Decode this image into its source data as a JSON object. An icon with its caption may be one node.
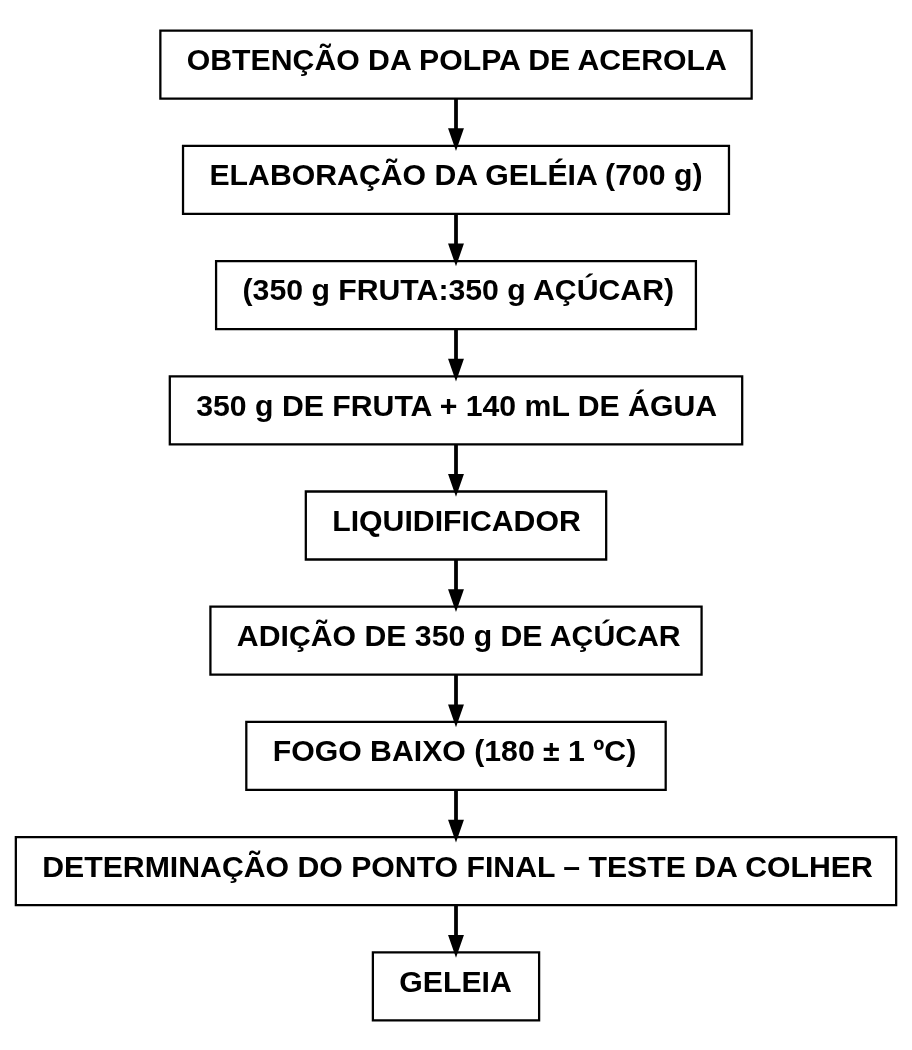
{
  "diagram": {
    "nodes": [
      {
        "text": [
          "OBTENÇÃO DA POLPA DE ACEROLA"
        ]
      },
      {
        "text": [
          "ELABORAÇÃO DA GELÉIA (700 g)"
        ]
      },
      {
        "text": [
          "(350 g FRUTA:350 g AÇÚCAR)"
        ]
      },
      {
        "text": [
          "350 g DE FRUTA + 140 mL DE ÁGUA"
        ]
      },
      {
        "text": [
          "LIQUIDIFICADOR"
        ]
      },
      {
        "text": [
          "ADIÇÃO DE 350 g DE AÇÚCAR"
        ]
      },
      {
        "text": [
          "FOGO BAIXO (180 ± 1 ºC)"
        ]
      },
      {
        "text": [
          "DETERMINAÇÃO DO PONTO FINAL – TESTE DA COLHER"
        ]
      },
      {
        "text": [
          "GELEIA"
        ]
      }
    ],
    "edges": [
      {
        "from": 0,
        "to": 1,
        "arrow": "to"
      },
      {
        "from": 1,
        "to": 2,
        "arrow": "to"
      },
      {
        "from": 2,
        "to": 3,
        "arrow": "to"
      },
      {
        "from": 3,
        "to": 4,
        "arrow": "to"
      },
      {
        "from": 4,
        "to": 5,
        "arrow": "to"
      },
      {
        "from": 5,
        "to": 6,
        "arrow": "to"
      },
      {
        "from": 6,
        "to": 7,
        "arrow": "to"
      },
      {
        "from": 7,
        "to": 8,
        "arrow": "to"
      }
    ]
  }
}
